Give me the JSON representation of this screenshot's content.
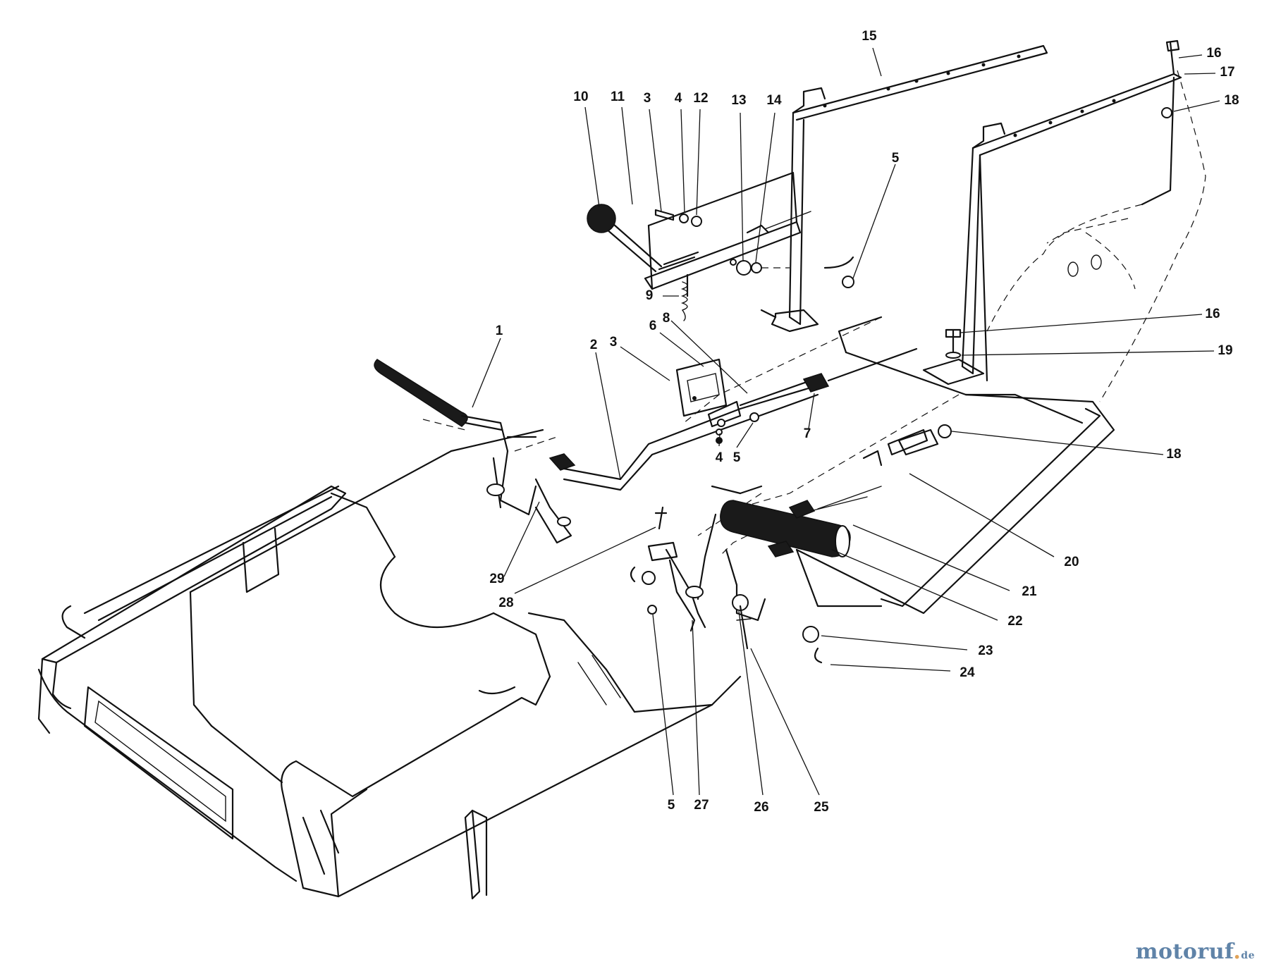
{
  "parts": {
    "p1": "1",
    "p2": "2",
    "p3a": "3",
    "p3b": "3",
    "p4a": "4",
    "p4b": "4",
    "p5a": "5",
    "p5b": "5",
    "p5c": "5",
    "p6": "6",
    "p7": "7",
    "p8": "8",
    "p9": "9",
    "p10": "10",
    "p11": "11",
    "p12": "12",
    "p13": "13",
    "p14": "14",
    "p15": "15",
    "p16a": "16",
    "p16b": "16",
    "p17": "17",
    "p18a": "18",
    "p18b": "18",
    "p19": "19",
    "p20": "20",
    "p21": "21",
    "p22": "22",
    "p23": "23",
    "p24": "24",
    "p25": "25",
    "p26": "26",
    "p27": "27",
    "p28": "28",
    "p29": "29"
  },
  "watermark": {
    "brand": "motoruf",
    "tld": "de"
  }
}
